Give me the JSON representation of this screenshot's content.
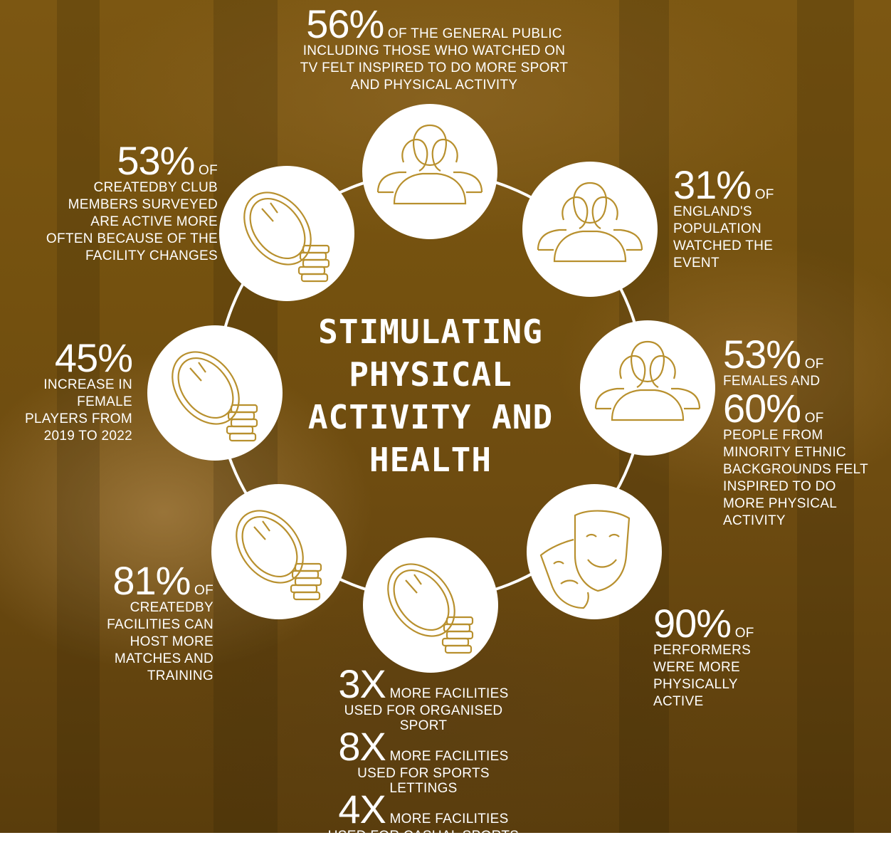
{
  "title_lines": [
    "STIMULATING",
    "PHYSICAL",
    "ACTIVITY AND",
    "HEALTH"
  ],
  "colors": {
    "background": "#74510f",
    "icon_stroke": "#b8902e",
    "text": "#ffffff",
    "circle": "#ffffff"
  },
  "icons": {
    "top": "people-group-icon",
    "top_right": "people-group-icon",
    "right": "people-group-icon",
    "bottom_right": "theatre-masks-icon",
    "bottom": "rugby-ball-coins-icon",
    "bottom_left": "rugby-ball-coins-icon",
    "left": "rugby-ball-coins-icon",
    "top_left": "rugby-ball-coins-icon"
  },
  "stats": {
    "public": {
      "value": "56%",
      "suffix": "OF THE GENERAL PUBLIC",
      "lines": [
        "INCLUDING THOSE WHO WATCHED ON",
        "TV FELT INSPIRED TO DO MORE SPORT",
        "AND PHYSICAL ACTIVITY"
      ]
    },
    "club": {
      "value": "53%",
      "suffix": "OF",
      "lines": [
        "CREATEDBY CLUB",
        "MEMBERS SURVEYED",
        "ARE ACTIVE MORE",
        "OFTEN BECAUSE OF THE",
        "FACILITY CHANGES"
      ]
    },
    "england": {
      "value": "31%",
      "suffix": "OF",
      "lines": [
        "ENGLAND'S",
        "POPULATION",
        "WATCHED THE",
        "EVENT"
      ]
    },
    "female_players": {
      "value": "45%",
      "lines": [
        "INCREASE IN",
        "FEMALE",
        "PLAYERS FROM",
        "2019 TO 2022"
      ]
    },
    "females": {
      "value": "53%",
      "suffix": "OF",
      "line": "FEMALES AND"
    },
    "ethnic": {
      "value": "60%",
      "suffix": "OF",
      "lines": [
        "PEOPLE FROM",
        "MINORITY ETHNIC",
        "BACKGROUNDS FELT",
        "INSPIRED TO DO",
        "MORE PHYSICAL",
        "ACTIVITY"
      ]
    },
    "facilities": {
      "value": "81%",
      "suffix": "OF",
      "lines": [
        "CREATEDBY",
        "FACILITIES CAN",
        "HOST MORE",
        "MATCHES AND",
        "TRAINING"
      ]
    },
    "performers": {
      "value": "90%",
      "suffix": "OF",
      "lines": [
        "PERFORMERS",
        "WERE MORE",
        "PHYSICALLY",
        "ACTIVE"
      ]
    },
    "organised": {
      "value": "3X",
      "suffix": "MORE FACILITIES",
      "lines": [
        "USED FOR ORGANISED",
        "SPORT"
      ]
    },
    "lettings": {
      "value": "8X",
      "suffix": "MORE FACILITIES",
      "lines": [
        "USED FOR SPORTS",
        "LETTINGS"
      ]
    },
    "casual": {
      "value": "4X",
      "suffix": "MORE FACILITIES",
      "lines": [
        "USED FOR CASUAL SPORTS"
      ]
    }
  }
}
